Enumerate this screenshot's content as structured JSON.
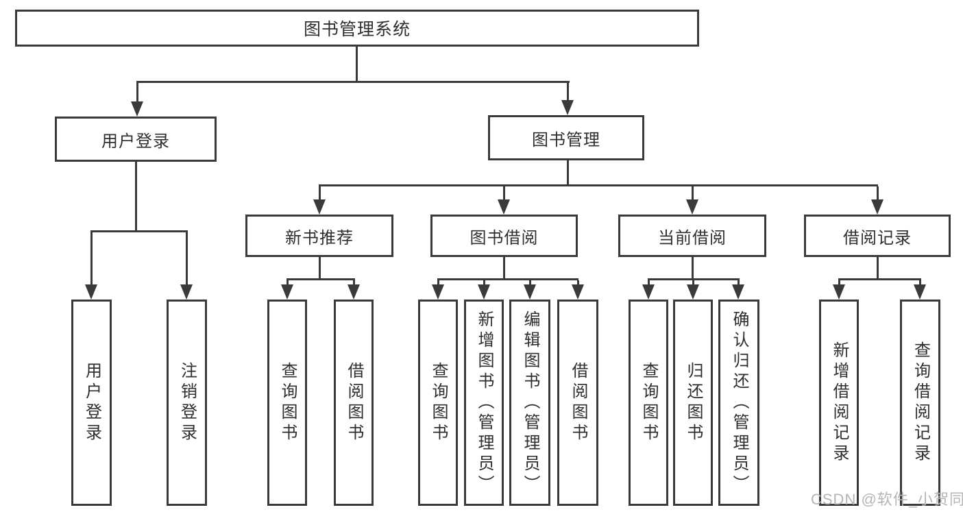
{
  "tree": {
    "label": "图书管理系统",
    "children": [
      {
        "label": "用户登录",
        "children": [
          {
            "label": "用户登录"
          },
          {
            "label": "注销登录"
          }
        ]
      },
      {
        "label": "图书管理",
        "children": [
          {
            "label": "新书推荐",
            "children": [
              {
                "label": "查询图书"
              },
              {
                "label": "借阅图书"
              }
            ]
          },
          {
            "label": "图书借阅",
            "children": [
              {
                "label": "查询图书"
              },
              {
                "label": "新增图书（管理员）"
              },
              {
                "label": "编辑图书（管理员）"
              },
              {
                "label": "借阅图书"
              }
            ]
          },
          {
            "label": "当前借阅",
            "children": [
              {
                "label": "查询图书"
              },
              {
                "label": "归还图书"
              },
              {
                "label": "确认归还（管理员）"
              }
            ]
          },
          {
            "label": "借阅记录",
            "children": [
              {
                "label": "新增借阅记录"
              },
              {
                "label": "查询借阅记录"
              }
            ]
          }
        ]
      }
    ]
  },
  "watermark": {
    "text": "CSDN @软件_小贺同学"
  },
  "colors": {
    "line": "#3a3a3a",
    "text": "#2e2e2e",
    "background": "#ffffff",
    "watermark": "#b5b5b5"
  }
}
